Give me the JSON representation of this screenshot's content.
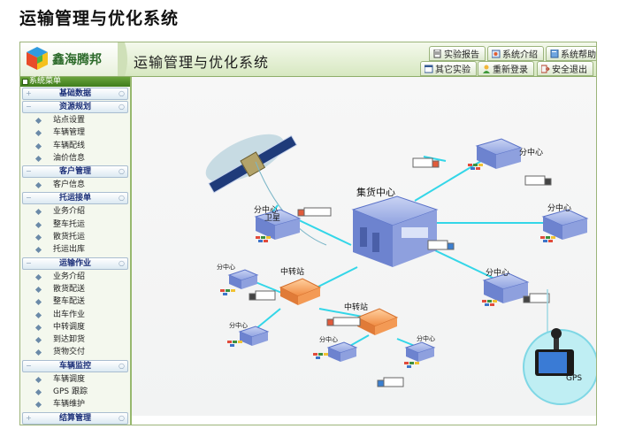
{
  "page_title": "运输管理与优化系统",
  "header": {
    "brand": "鑫海腾邦",
    "title": "运输管理与优化系统",
    "toolbar_top": [
      "实验报告",
      "系统介绍",
      "系统帮助"
    ],
    "toolbar_bottom": [
      "其它实验",
      "重新登录",
      "安全退出"
    ]
  },
  "sidebar": {
    "header": "系统菜单",
    "groups": [
      {
        "label": "基础数据",
        "items": []
      },
      {
        "label": "资源规划",
        "items": [
          "站点设置",
          "车辆管理",
          "车辆配线",
          "油价信息"
        ]
      },
      {
        "label": "客户管理",
        "items": [
          "客户信息"
        ]
      },
      {
        "label": "托运接单",
        "items": [
          "业务介绍",
          "整车托运",
          "散货托运",
          "托运出库"
        ]
      },
      {
        "label": "运输作业",
        "items": [
          "业务介绍",
          "散货配送",
          "整车配送",
          "出车作业",
          "中转调度",
          "到达卸货",
          "货物交付"
        ]
      },
      {
        "label": "车辆监控",
        "items": [
          "车辆调度",
          "GPS 跟踪",
          "车辆维护"
        ]
      },
      {
        "label": "结算管理",
        "items": []
      }
    ]
  },
  "diagram": {
    "satellite": "卫星",
    "hub": "集货中心",
    "branch": "分中心",
    "transfer": "中转站",
    "gps": "GPS"
  },
  "colors": {
    "header_green": "#3f7d1d",
    "link_cyan": "#33d6e8",
    "group_text": "#1b2f78",
    "warehouse_blue": "#5a72c8",
    "transfer_orange": "#f0924a"
  }
}
